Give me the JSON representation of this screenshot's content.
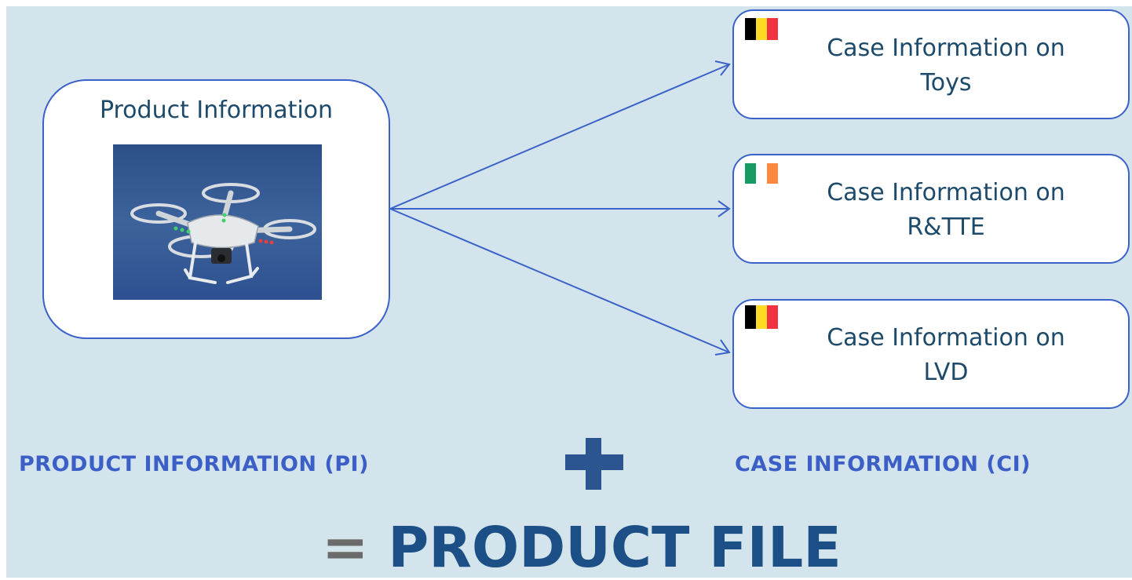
{
  "product_box": {
    "title": "Product Information",
    "image": "drone-photo"
  },
  "cases": [
    {
      "line1": "Case Information on",
      "line2": "Toys",
      "flag": "belgium-flag",
      "colors": [
        "#000000",
        "#fdda24",
        "#ef3340"
      ]
    },
    {
      "line1": "Case Information on",
      "line2": "R&TTE",
      "flag": "ireland-flag",
      "colors": [
        "#169b62",
        "#ffffff",
        "#ff883e"
      ]
    },
    {
      "line1": "Case Information on",
      "line2": "LVD",
      "flag": "belgium-flag",
      "colors": [
        "#000000",
        "#fdda24",
        "#ef3340"
      ]
    }
  ],
  "footer": {
    "left_label": "PRODUCT INFORMATION (PI)",
    "operator": "+",
    "right_label": "CASE INFORMATION (CI)",
    "result_eq": "=",
    "result_text": "PRODUCT FILE"
  },
  "colors": {
    "background": "#d4e4ec",
    "box_border": "#3b62c8",
    "arrow": "#3b62c8",
    "label_blue": "#3b5fc6",
    "result_blue": "#1c4f86",
    "plus": "#2a5590"
  }
}
